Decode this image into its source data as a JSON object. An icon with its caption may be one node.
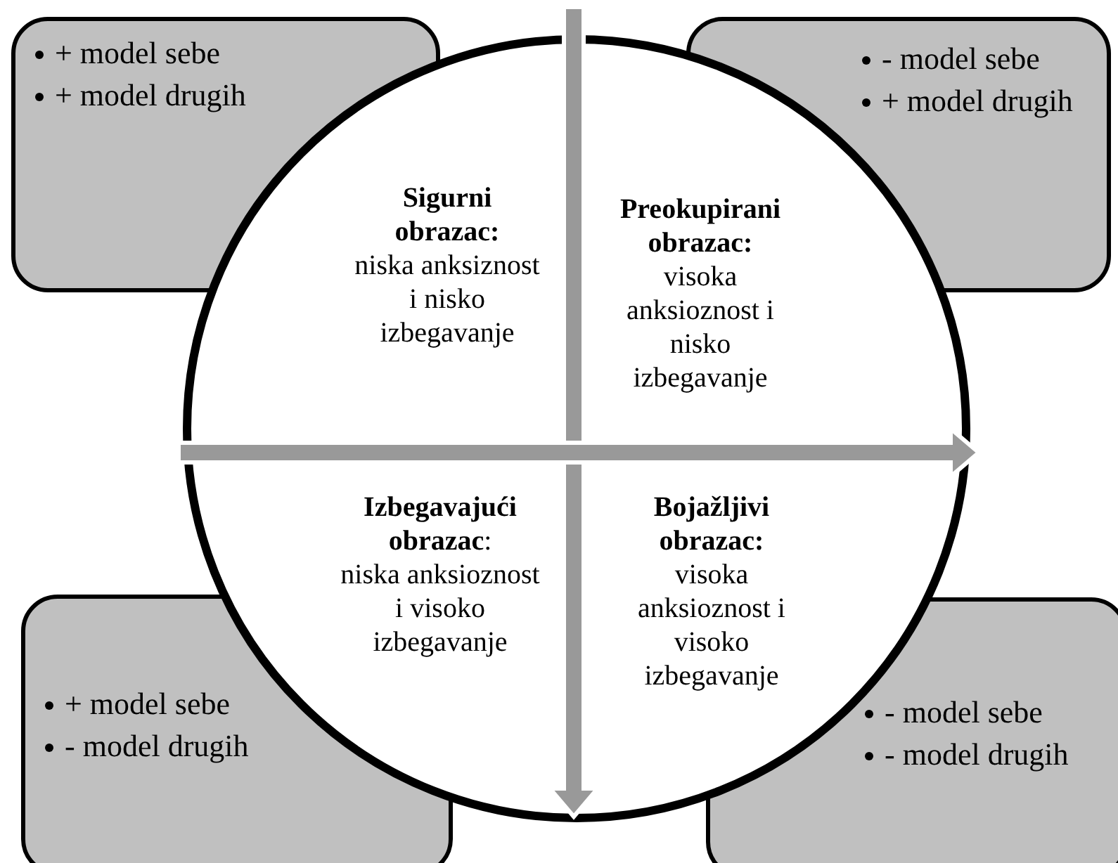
{
  "diagram": {
    "nodes": [
      {
        "text": [
          "+ model sebe",
          "+ model drugih"
        ]
      },
      {
        "text": [
          "- model sebe",
          "+ model drugih"
        ]
      },
      {
        "text": [],
        "shape": "circle"
      },
      {
        "text": [
          "Sigurni obrazac:",
          "niska anksiznost i nisko izbegavanje"
        ],
        "in": 2
      },
      {
        "text": [
          "Preokupirani obrazac:",
          "visoka anksioznost i nisko izbegavanje"
        ],
        "in": 2
      },
      {
        "text": [
          "**Izbegavajući obrazac**:",
          "niska anksioznost i visoko izbegavanje"
        ],
        "in": 2
      },
      {
        "text": [
          "Bojažljivi obrazac:",
          "visoka anksioznost i visoko izbegavanje"
        ],
        "in": 2
      },
      {
        "text": [
          "+ model sebe",
          "- model drugih"
        ]
      },
      {
        "text": [
          "- model sebe",
          "- model drugih"
        ]
      }
    ]
  }
}
